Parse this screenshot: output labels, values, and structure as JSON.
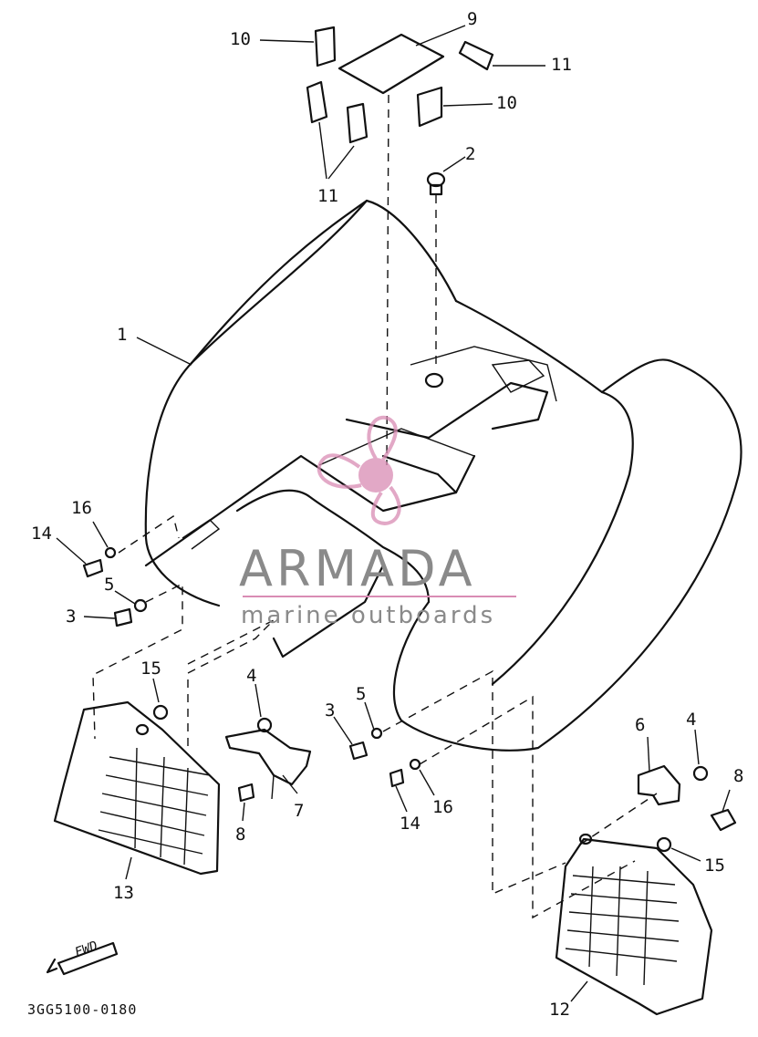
{
  "diagram": {
    "catalog_code": "3GG5100-0180",
    "fwd_marker": "FWD",
    "callouts": [
      "1",
      "2",
      "3",
      "3",
      "4",
      "4",
      "5",
      "5",
      "6",
      "7",
      "8",
      "8",
      "9",
      "10",
      "10",
      "11",
      "11",
      "12",
      "13",
      "14",
      "14",
      "15",
      "15",
      "16",
      "16"
    ]
  },
  "watermark": {
    "brand": "ARMADA",
    "tagline": "marine outboards",
    "brand_color": "#8a8a8a",
    "logo_color": "#d98cb4"
  }
}
